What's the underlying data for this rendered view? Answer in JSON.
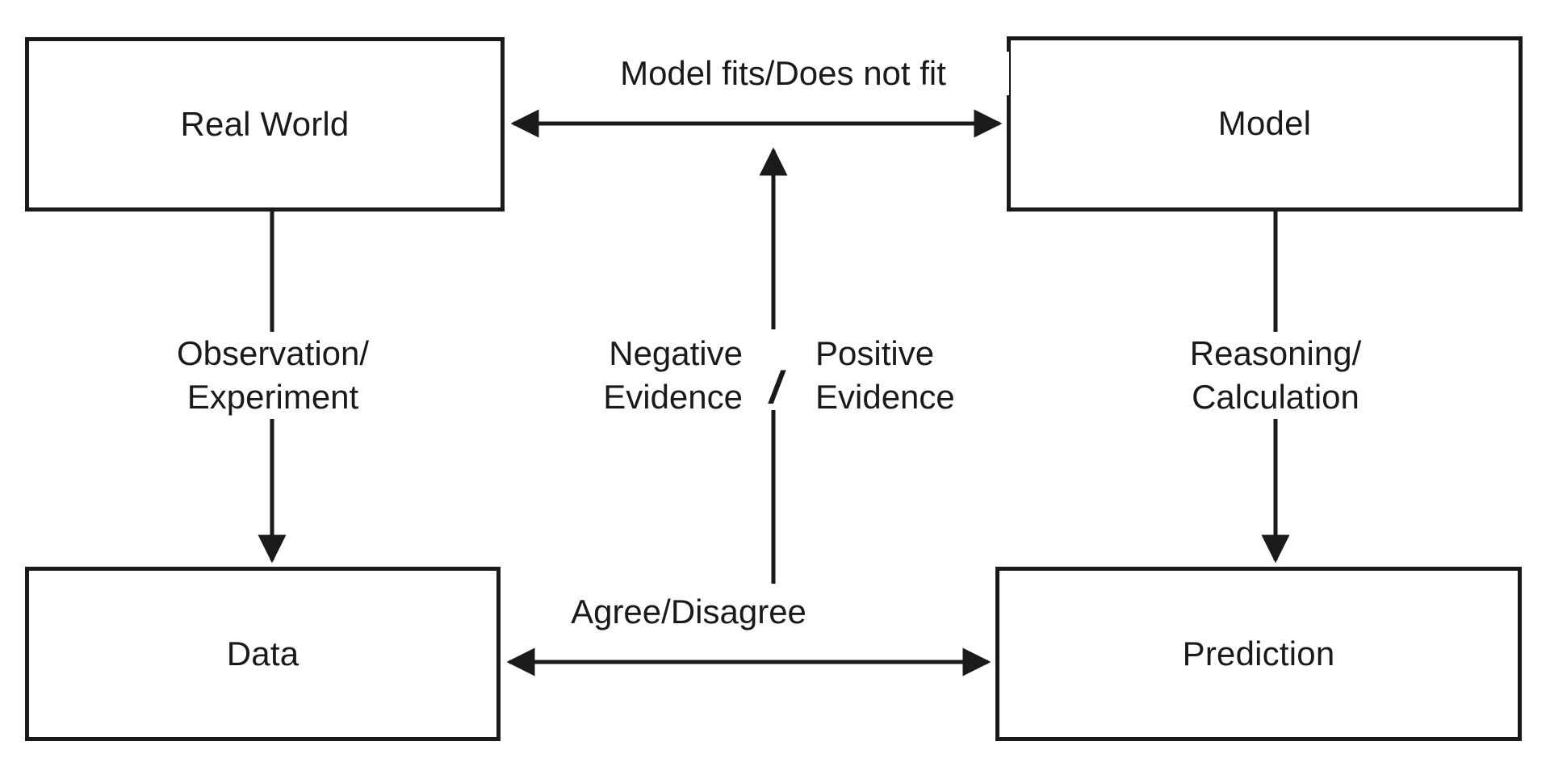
{
  "diagram": {
    "title": "Real World / Model scientific-method cycle",
    "colors": {
      "stroke": "#1a1a1a",
      "background": "#ffffff",
      "text": "#1a1a1a"
    },
    "nodes": [
      {
        "id": "real-world",
        "label": "Real World"
      },
      {
        "id": "model",
        "label": "Model"
      },
      {
        "id": "data",
        "label": "Data"
      },
      {
        "id": "prediction",
        "label": "Prediction"
      }
    ],
    "edges": [
      {
        "id": "real-world-model",
        "label": "Model fits/Does not fit",
        "from": "real-world",
        "to": "model",
        "arrows": "both",
        "orientation": "horizontal"
      },
      {
        "id": "data-prediction",
        "label": "Agree/Disagree",
        "from": "data",
        "to": "prediction",
        "arrows": "both",
        "orientation": "horizontal"
      },
      {
        "id": "real-world-data",
        "label": "Observation/\nExperiment",
        "from": "real-world",
        "to": "data",
        "arrows": "end",
        "orientation": "vertical"
      },
      {
        "id": "model-prediction",
        "label": "Reasoning/\nCalculation",
        "from": "model",
        "to": "prediction",
        "arrows": "end",
        "orientation": "vertical"
      },
      {
        "id": "evidence-up",
        "label_left": "Negative\nEvidence",
        "label_separator": "/",
        "label_right": "Positive\nEvidence",
        "from": "data-prediction",
        "to": "real-world-model",
        "arrows": "end",
        "orientation": "vertical"
      }
    ]
  }
}
